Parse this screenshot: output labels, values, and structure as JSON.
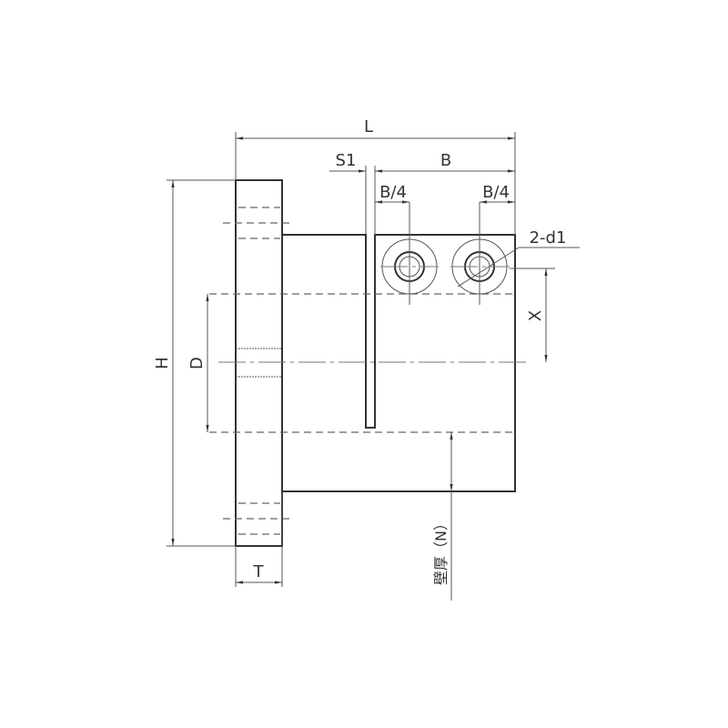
{
  "drawing": {
    "labels": {
      "L": "L",
      "S1": "S1",
      "B": "B",
      "B4_left": "B/4",
      "B4_right": "B/4",
      "d1": "2-d1",
      "X": "X",
      "H": "H",
      "D": "D",
      "T": "T",
      "N": "壁厚（N）"
    },
    "colors": {
      "line": "#333333",
      "background": "#ffffff"
    }
  }
}
